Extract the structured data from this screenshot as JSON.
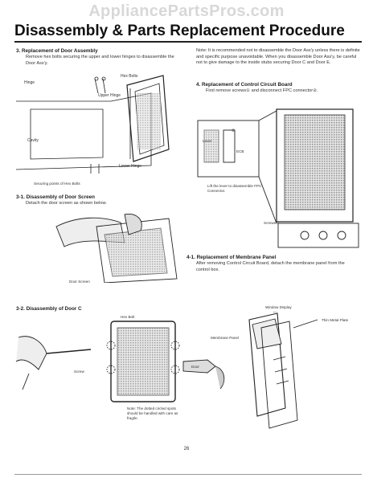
{
  "watermark": "AppliancePartsPros.com",
  "title": "Disassembly & Parts Replacement Procedure",
  "sec3": {
    "heading": "3. Replacement of Door Assembly",
    "text": "Remove hex bolts securing the upper and lower hinges to disassemble the Door Ass'y.",
    "labels": {
      "hex_bolts": "Hex Bolts",
      "hinge": "Hinge",
      "upper_hinge": "Upper Hinge",
      "cavity": "Cavity",
      "lower_hinge": "Lower Hinge",
      "securing_points": "Securing points of Hex Bolts"
    }
  },
  "sec31": {
    "heading": "3-1. Disassembly of Door Screen",
    "text": "Detach the door screen as shown below.",
    "label": "Door Screen"
  },
  "sec32": {
    "heading": "3-2. Disassembly of Door C",
    "label_hex_bolt": "Hex Bolt",
    "label_screw": "Screw",
    "label_door": "Door",
    "note": "Note: The dotted circled spots should be handled with care as fragile."
  },
  "note_right": "Note: It is recommended not to disassemble the Door Ass'y unless there is definite and specific purpose unavoidable. When you disassemble Door Ass'y, be careful not to give damage to the inside stubs securing Door C and Door E.",
  "sec4": {
    "heading": "4. Replacement of Control Circuit Board",
    "text": "First remove screws① and disconnect FPC connector②.",
    "circle2": "②",
    "lift_label": "Lift the lever to disassemble FPC Connector.",
    "screws_label": "Screws①",
    "ecb": "ECB",
    "lever": "Lever"
  },
  "sec41": {
    "heading": "4-1. Replacement of Membrane Panel",
    "text": "After removing Control Circuit Board, detach the membrane panel from the control box.",
    "window_display": "Window Display",
    "thin_metal_plate": "Thin Metal Plate",
    "membrane_panel": "Membrane Panel"
  },
  "page_number": "26"
}
